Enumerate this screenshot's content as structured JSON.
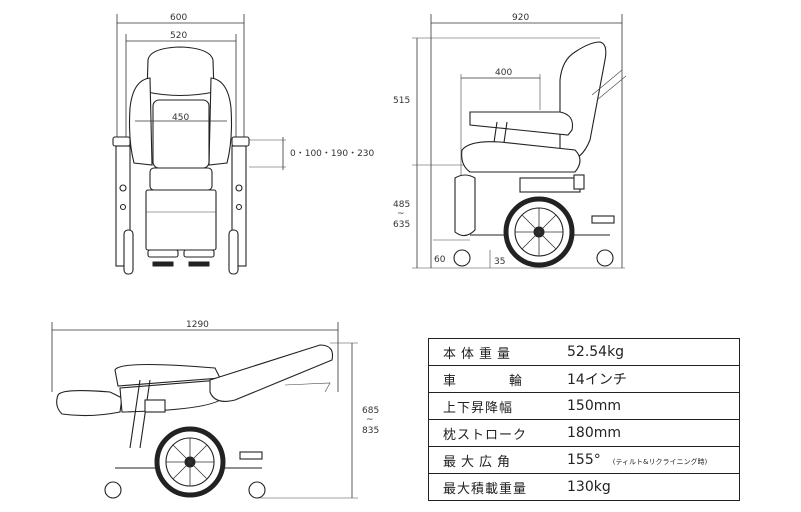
{
  "dimensions": {
    "front": {
      "overall_width": "600",
      "seat_width": "520",
      "inner_width": "450",
      "armrest_heights": "0・100・190・230"
    },
    "side": {
      "depth": "920",
      "seat_depth": "400",
      "backrest_height": "515",
      "seat_height_min": "485",
      "seat_height_tilde": "~",
      "seat_height_max": "635",
      "footrest_clearance": "60",
      "caster_offset": "35"
    },
    "reclined": {
      "length": "1290",
      "height_min": "685",
      "height_tilde": "~",
      "height_max": "835"
    }
  },
  "specs": [
    {
      "key": "本体重量",
      "value": "52.54kg",
      "note": ""
    },
    {
      "key": "車輪",
      "value": "14インチ",
      "note": ""
    },
    {
      "key": "上下昇降幅",
      "value": "150mm",
      "note": ""
    },
    {
      "key": "枕ストローク",
      "value": "180mm",
      "note": ""
    },
    {
      "key": "最大広角",
      "value": "155°",
      "note": "(ティルト&リクライニング時)"
    },
    {
      "key": "最大積載重量",
      "value": "130kg",
      "note": ""
    }
  ]
}
